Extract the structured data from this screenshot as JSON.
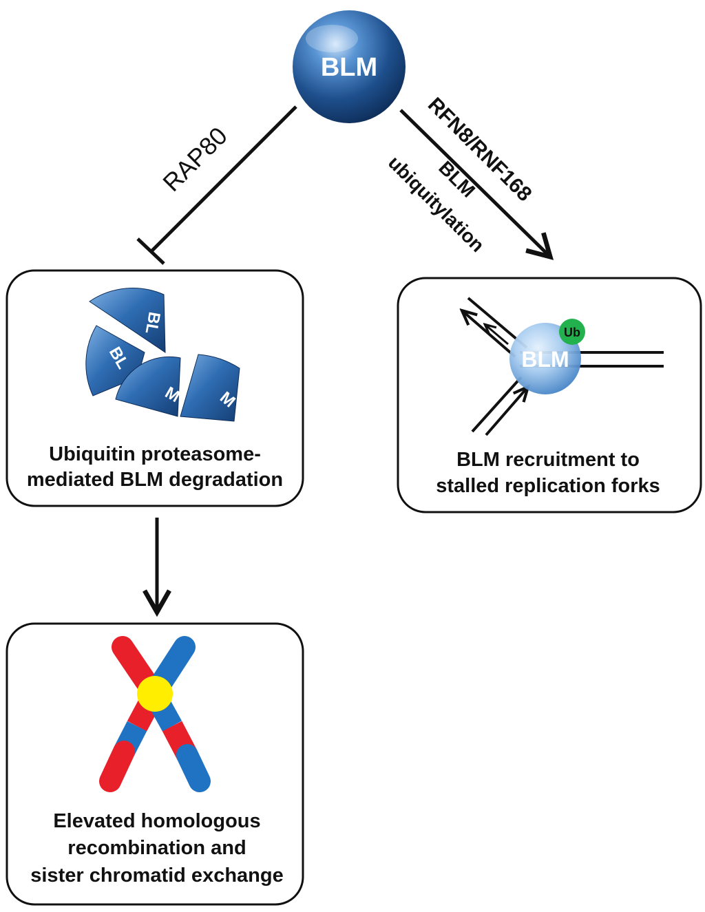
{
  "top_node": {
    "label": "BLM"
  },
  "edges": {
    "inhibit": {
      "label": "RAP80"
    },
    "activate": {
      "label_primary": "RFN8/RNF168",
      "label_secondary_line1": "BLM",
      "label_secondary_line2": "ubiquitylation"
    }
  },
  "degradation_box": {
    "caption_line1": "Ubiquitin proteasome-",
    "caption_line2": "mediated BLM degradation",
    "fragment_letters": [
      "BL",
      "BL",
      "M",
      "M"
    ]
  },
  "fork_box": {
    "node_label": "BLM",
    "badge_label": "Ub",
    "caption_line1": "BLM recruitment to",
    "caption_line2": "stalled replication forks"
  },
  "recombination_box": {
    "caption_line1": "Elevated homologous",
    "caption_line2": "recombination and",
    "caption_line3": "sister chromatid exchange"
  },
  "colors": {
    "sphere_dark": "#1e4f8c",
    "sphere_mid": "#3a78c0",
    "sphere_light": "#9cc4ec",
    "badge": "#22b14c",
    "chromatid_red": "#e8202a",
    "chromatid_blue": "#1f73c2",
    "centromere": "#ffee00",
    "line": "#111111"
  }
}
